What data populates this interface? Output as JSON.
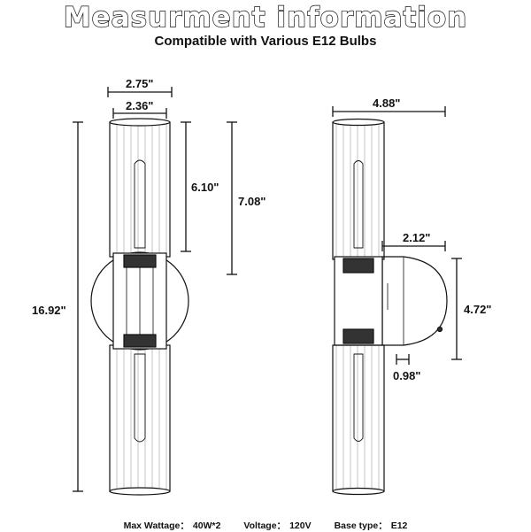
{
  "title": "Measurment information",
  "subtitle": "Compatible with Various E12 Bulbs",
  "dimensions": {
    "top_outer_width": "2.75\"",
    "shade_width": "2.36\"",
    "bulb_height": "6.10\"",
    "shade_height": "7.08\"",
    "total_height": "16.92\"",
    "depth": "4.88\"",
    "base_projection": "2.12\"",
    "base_height": "4.72\"",
    "base_thickness": "0.98\""
  },
  "specs": [
    {
      "label": "Max Wattage：",
      "value": "40W*2"
    },
    {
      "label": "Voltage：",
      "value": "120V"
    },
    {
      "label": "Base type：",
      "value": "E12"
    }
  ]
}
